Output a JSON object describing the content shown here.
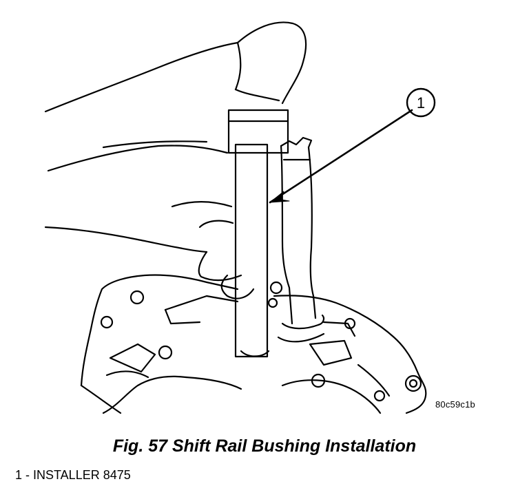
{
  "figure": {
    "callout_number": "1",
    "image_id": "80c59c1b"
  },
  "caption": "Fig. 57 Shift Rail Bushing Installation",
  "legend": [
    {
      "text": "1 - INSTALLER 8475"
    }
  ]
}
